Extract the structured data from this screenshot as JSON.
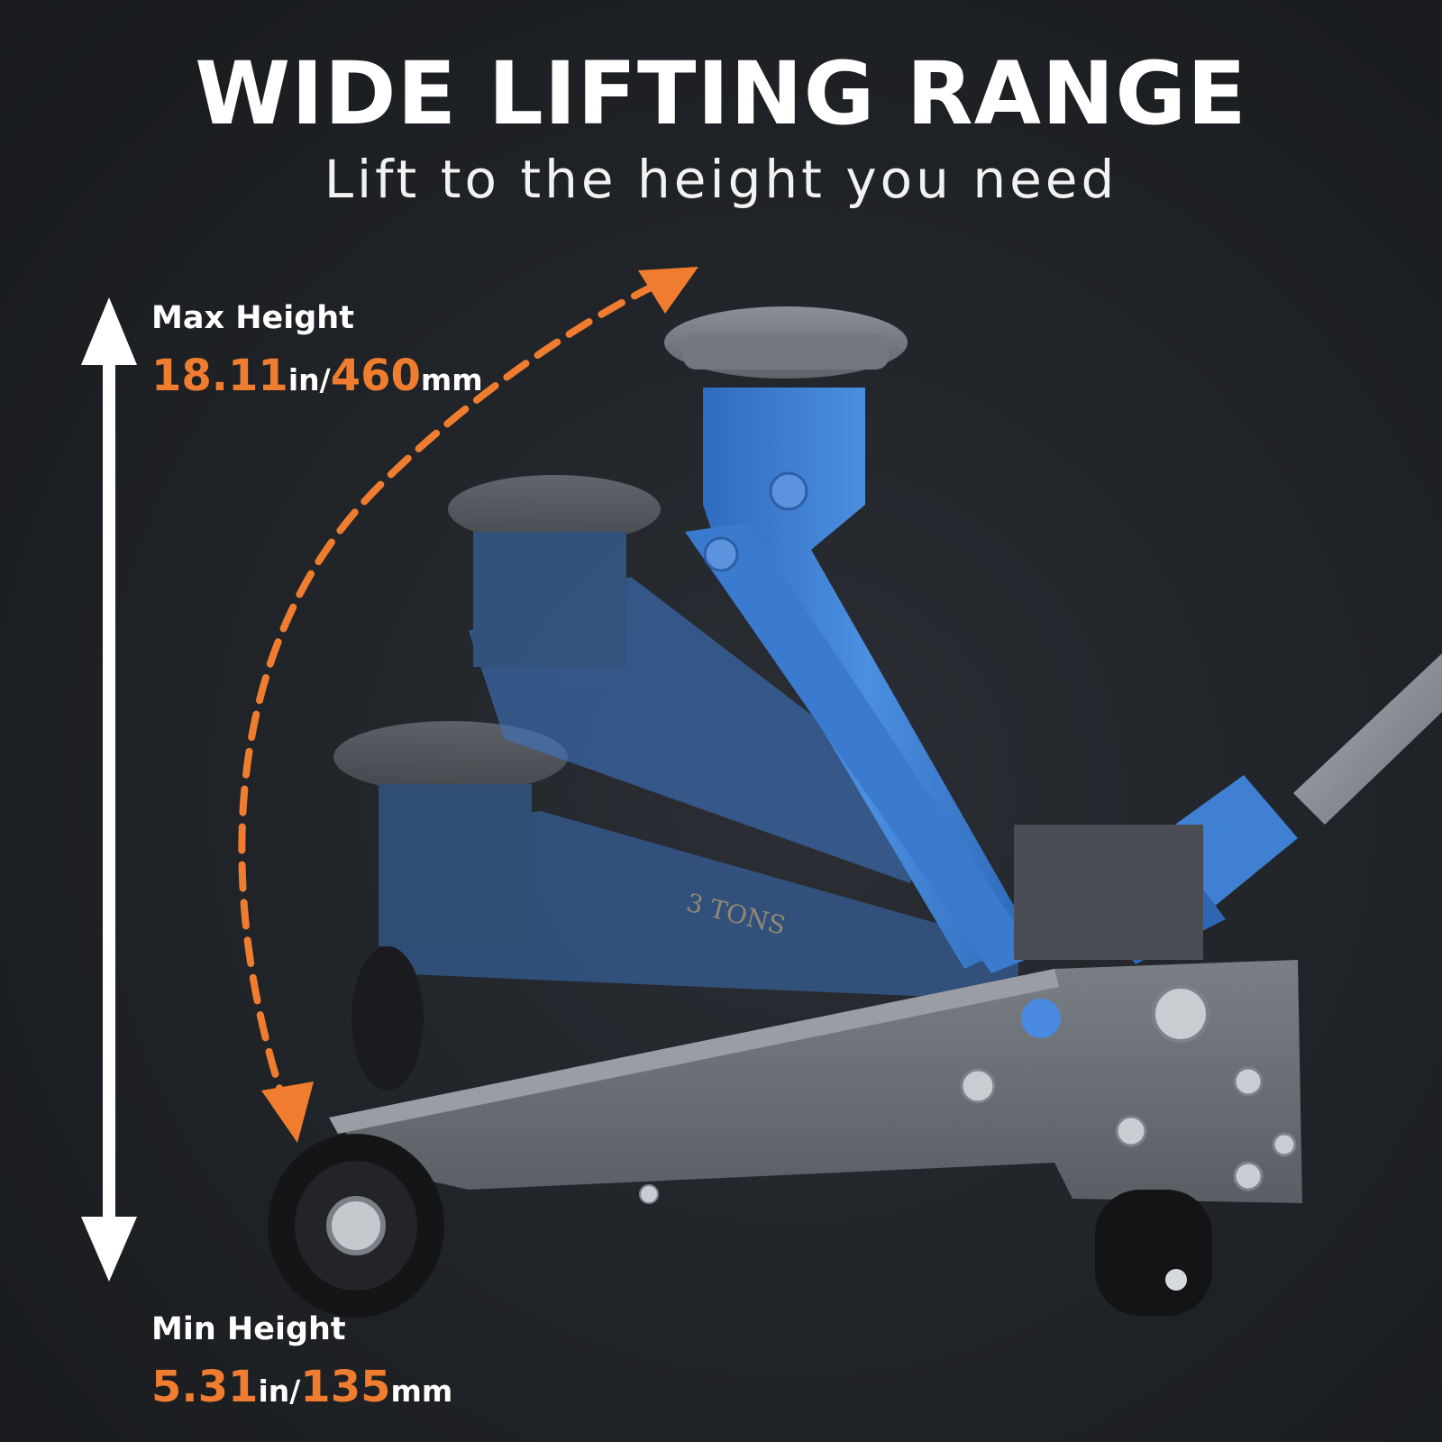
{
  "header": {
    "title": "WIDE LIFTING RANGE",
    "subtitle": "Lift to the height you need"
  },
  "max_height": {
    "label": "Max Height",
    "inch_value": "18.11",
    "inch_unit": "in/",
    "mm_value": "460",
    "mm_unit": "mm"
  },
  "min_height": {
    "label": "Min Height",
    "inch_value": "5.31",
    "inch_unit": "in/",
    "mm_value": "135",
    "mm_unit": "mm"
  },
  "product": {
    "sticker_text": "3 TONS"
  },
  "colors": {
    "background": "#1f2226",
    "accent_orange": "#f07d2f",
    "jack_blue": "#3d7fd0",
    "frame_gray": "#6b7078",
    "text_white": "#ffffff"
  },
  "icons": [
    "double-arrow-icon",
    "curved-dashed-arrow-icon",
    "floor-jack-image"
  ]
}
